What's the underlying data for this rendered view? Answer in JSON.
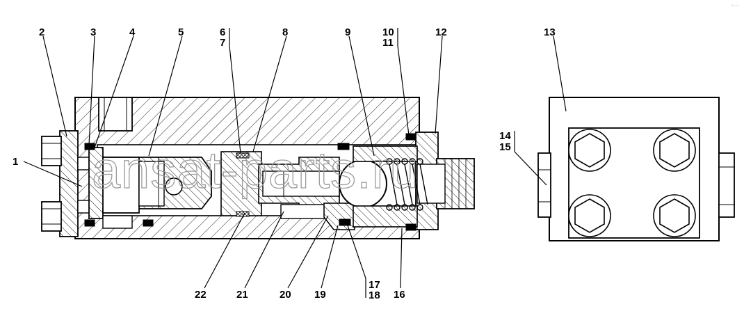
{
  "diagram": {
    "callouts": [
      "1",
      "2",
      "3",
      "4",
      "5",
      "6",
      "7",
      "8",
      "9",
      "10",
      "11",
      "12",
      "13",
      "14",
      "15",
      "16",
      "17",
      "18",
      "19",
      "20",
      "21",
      "22"
    ],
    "watermark": "ansat-parts.ru",
    "corner_mark": "‹—"
  }
}
